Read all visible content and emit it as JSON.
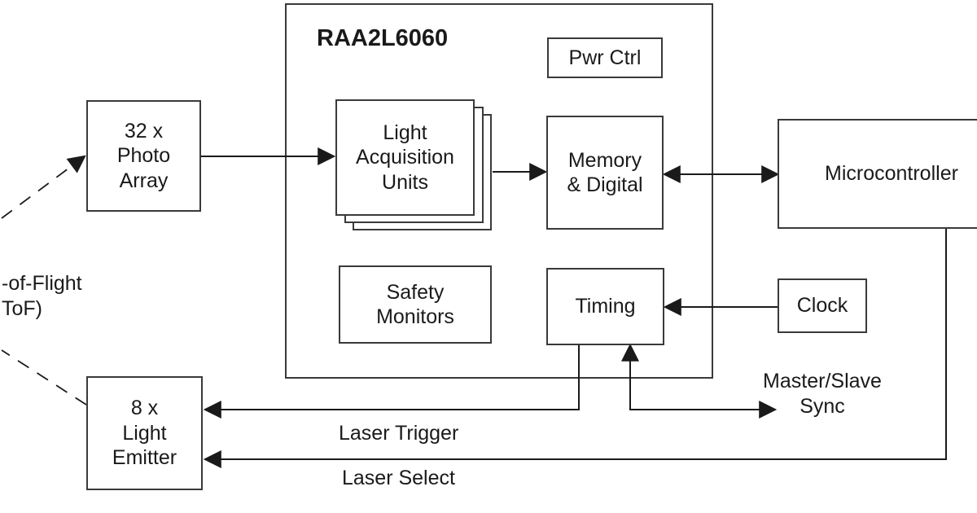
{
  "chip": {
    "name": "RAA2L6060"
  },
  "blocks": {
    "photo_array": "32 x\nPhoto\nArray",
    "light_acquisition": "Light\nAcquisition\nUnits",
    "memory_digital": "Memory\n& Digital",
    "pwr_ctrl": "Pwr Ctrl",
    "safety_monitors": "Safety\nMonitors",
    "timing": "Timing",
    "microcontroller": "Microcontroller",
    "clock": "Clock",
    "light_emitter": "8 x\nLight\nEmitter"
  },
  "labels": {
    "tof": "-of-Flight\nToF)",
    "master_slave_sync": "Master/Slave\nSync",
    "laser_trigger": "Laser Trigger",
    "laser_select": "Laser Select"
  },
  "colors": {
    "line": "#1a1a1a",
    "box_border": "#3a3a3a",
    "text": "#1a1a1a",
    "background": "#ffffff"
  }
}
